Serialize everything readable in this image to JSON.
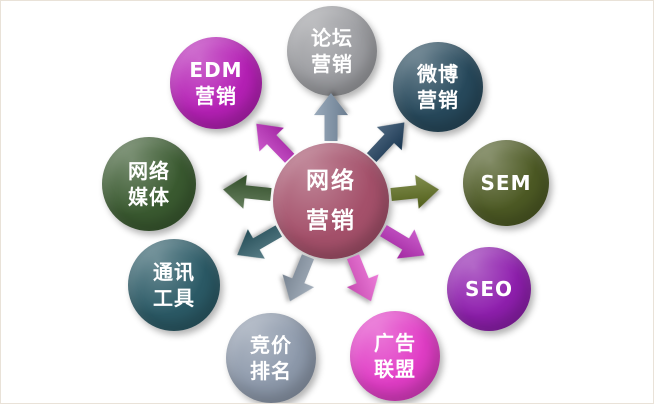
{
  "diagram": {
    "background": "#ffffff",
    "center": {
      "label": "网络\n营销",
      "color": "#a4506a",
      "text_color": "#ffffff"
    },
    "nodes": [
      {
        "id": "forum-marketing",
        "label": "论坛\n营销",
        "color": "#9c9da1"
      },
      {
        "id": "weibo-marketing",
        "label": "微博\n营销",
        "color": "#27495c"
      },
      {
        "id": "sem",
        "label": "SEM",
        "color": "#4d5a24"
      },
      {
        "id": "seo",
        "label": "SEO",
        "color": "#8f1fae"
      },
      {
        "id": "ad-alliance",
        "label": "广告\n联盟",
        "color": "#e13dc6"
      },
      {
        "id": "bid-ranking",
        "label": "竞价\n排名",
        "color": "#8d99ab"
      },
      {
        "id": "communication-tools",
        "label": "通讯\n工具",
        "color": "#2b5a66"
      },
      {
        "id": "network-media",
        "label": "网络\n媒体",
        "color": "#3a5a30"
      },
      {
        "id": "edm-marketing",
        "label": "EDM\n营销",
        "color": "#b520b5"
      }
    ],
    "arrows": [
      {
        "from": "网络营销",
        "to": "论坛营销",
        "direction": "up",
        "color": "#7d92a8"
      },
      {
        "from": "网络营销",
        "to": "微博营销",
        "direction": "up-right",
        "color": "#1e3f5e"
      },
      {
        "from": "网络营销",
        "to": "SEM",
        "direction": "right",
        "color": "#5e6e1e"
      },
      {
        "from": "网络营销",
        "to": "SEO",
        "direction": "down-right",
        "color": "#bb2ebb"
      },
      {
        "from": "网络营销",
        "to": "广告联盟",
        "direction": "down-right-steep",
        "color": "#e758ce"
      },
      {
        "from": "网络营销",
        "to": "竞价排名",
        "direction": "down-left-steep",
        "color": "#8b99a9"
      },
      {
        "from": "网络营销",
        "to": "通讯工具",
        "direction": "down-left",
        "color": "#2b5a66"
      },
      {
        "from": "网络营销",
        "to": "网络媒体",
        "direction": "left",
        "color": "#3a5a30"
      },
      {
        "from": "网络营销",
        "to": "EDM营销",
        "direction": "up-left",
        "color": "#bc2abc"
      }
    ]
  }
}
